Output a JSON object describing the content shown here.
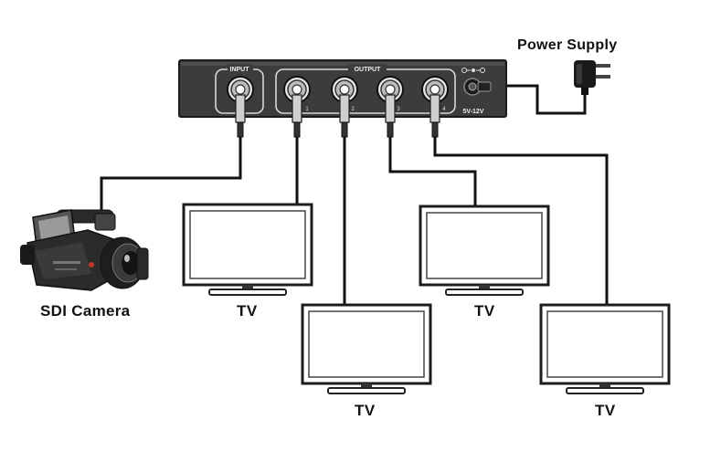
{
  "labels": {
    "power_supply": "Power Supply",
    "camera": "SDI Camera",
    "tv": "TV"
  },
  "splitter": {
    "input_label": "INPUT",
    "output_label": "OUTPUT",
    "voltage_label": "5V-12V",
    "port_labels": [
      "1",
      "2",
      "3",
      "4"
    ],
    "body_color": "#3c3c3c"
  },
  "tvs": [
    {
      "label": "TV"
    },
    {
      "label": "TV"
    },
    {
      "label": "TV"
    },
    {
      "label": "TV"
    }
  ],
  "colors": {
    "cable": "#111111",
    "panel": "#d4d4d4",
    "tv_frame": "#222222"
  }
}
